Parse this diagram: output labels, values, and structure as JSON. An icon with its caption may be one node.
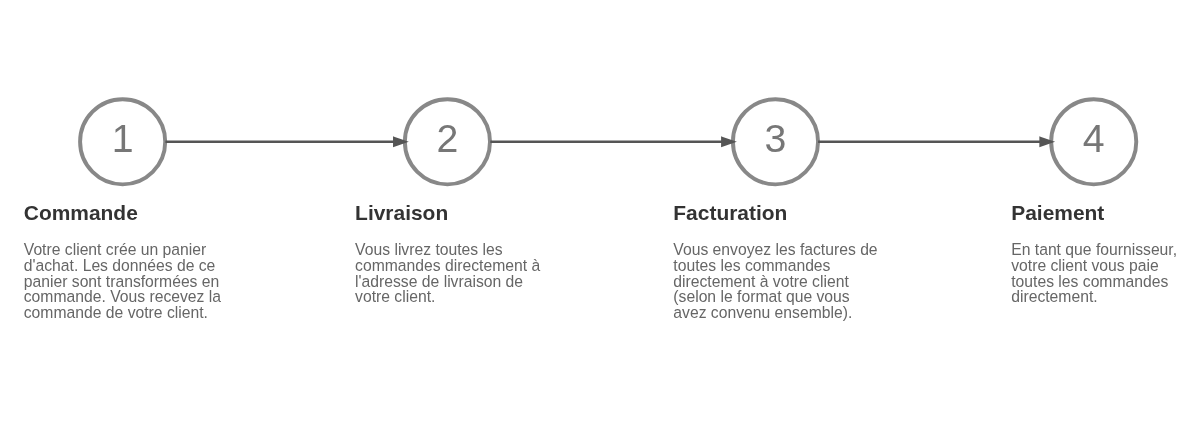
{
  "diagram": {
    "nodes": [
      {
        "text": [
          "1"
        ],
        "beside": [
          "Commande",
          "Votre client crée un panier d'achat. Les données de ce panier sont transformées en commande. Vous recevez la commande de votre client."
        ]
      },
      {
        "text": [
          "2"
        ],
        "beside": [
          "Livraison",
          "Vous livrez toutes les commandes directement à l'adresse de livraison de votre client."
        ]
      },
      {
        "text": [
          "3"
        ],
        "beside": [
          "Facturation",
          "Vous envoyez les factures de toutes les commandes directement à votre client (selon le format que vous avez convenu ensemble)."
        ]
      },
      {
        "text": [
          "4"
        ],
        "beside": [
          "Paiement",
          "En tant que fournisseur, votre client vous paie toutes les commandes directement."
        ]
      }
    ],
    "edges": [
      {
        "from": 0,
        "to": 1,
        "arrow": "to"
      },
      {
        "from": 1,
        "to": 2,
        "arrow": "to"
      },
      {
        "from": 2,
        "to": 3,
        "arrow": "to"
      }
    ]
  }
}
